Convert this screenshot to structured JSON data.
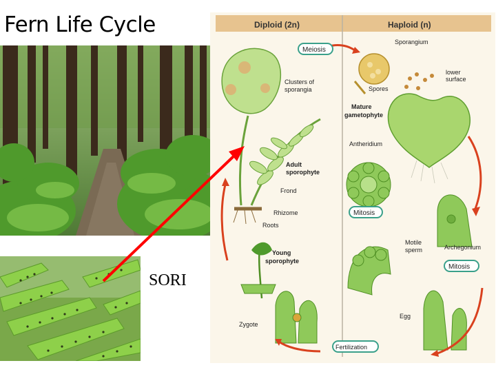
{
  "slide": {
    "title": "Fern Life Cycle"
  },
  "photo": {
    "label": "SORI"
  },
  "diagram": {
    "header_left": "Diploid (2n)",
    "header_right": "Haploid (n)",
    "labels": {
      "meiosis": "Meiosis",
      "sporangium": "Sporangium",
      "clusters_line1": "Clusters of",
      "clusters_line2": "sporangia",
      "spores": "Spores",
      "lower_line1": "lower",
      "lower_line2": "surface",
      "mature_line1": "Mature",
      "mature_line2": "gametophyte",
      "antheridium": "Antheridium",
      "adult_line1": "Adult",
      "adult_line2": "sporophyte",
      "frond": "Frond",
      "rhizome": "Rhizome",
      "roots": "Roots",
      "mitosis_top": "Mitosis",
      "young_line1": "Young",
      "young_line2": "sporophyte",
      "motile_line1": "Motile",
      "motile_line2": "sperm",
      "archegonium": "Archegonium",
      "mitosis_right": "Mitosis",
      "egg": "Egg",
      "zygote": "Zygote",
      "fertilization": "Fertilization"
    }
  },
  "colors": {
    "diagram_bg": "#fbf6ea",
    "header_bg": "#e7c38f",
    "plant_green": "#a9d66e",
    "cell_green": "#8fc95a",
    "arrow_red": "#d9411e",
    "pointer_red": "#ff0000",
    "pill_border": "#3aa08a"
  }
}
